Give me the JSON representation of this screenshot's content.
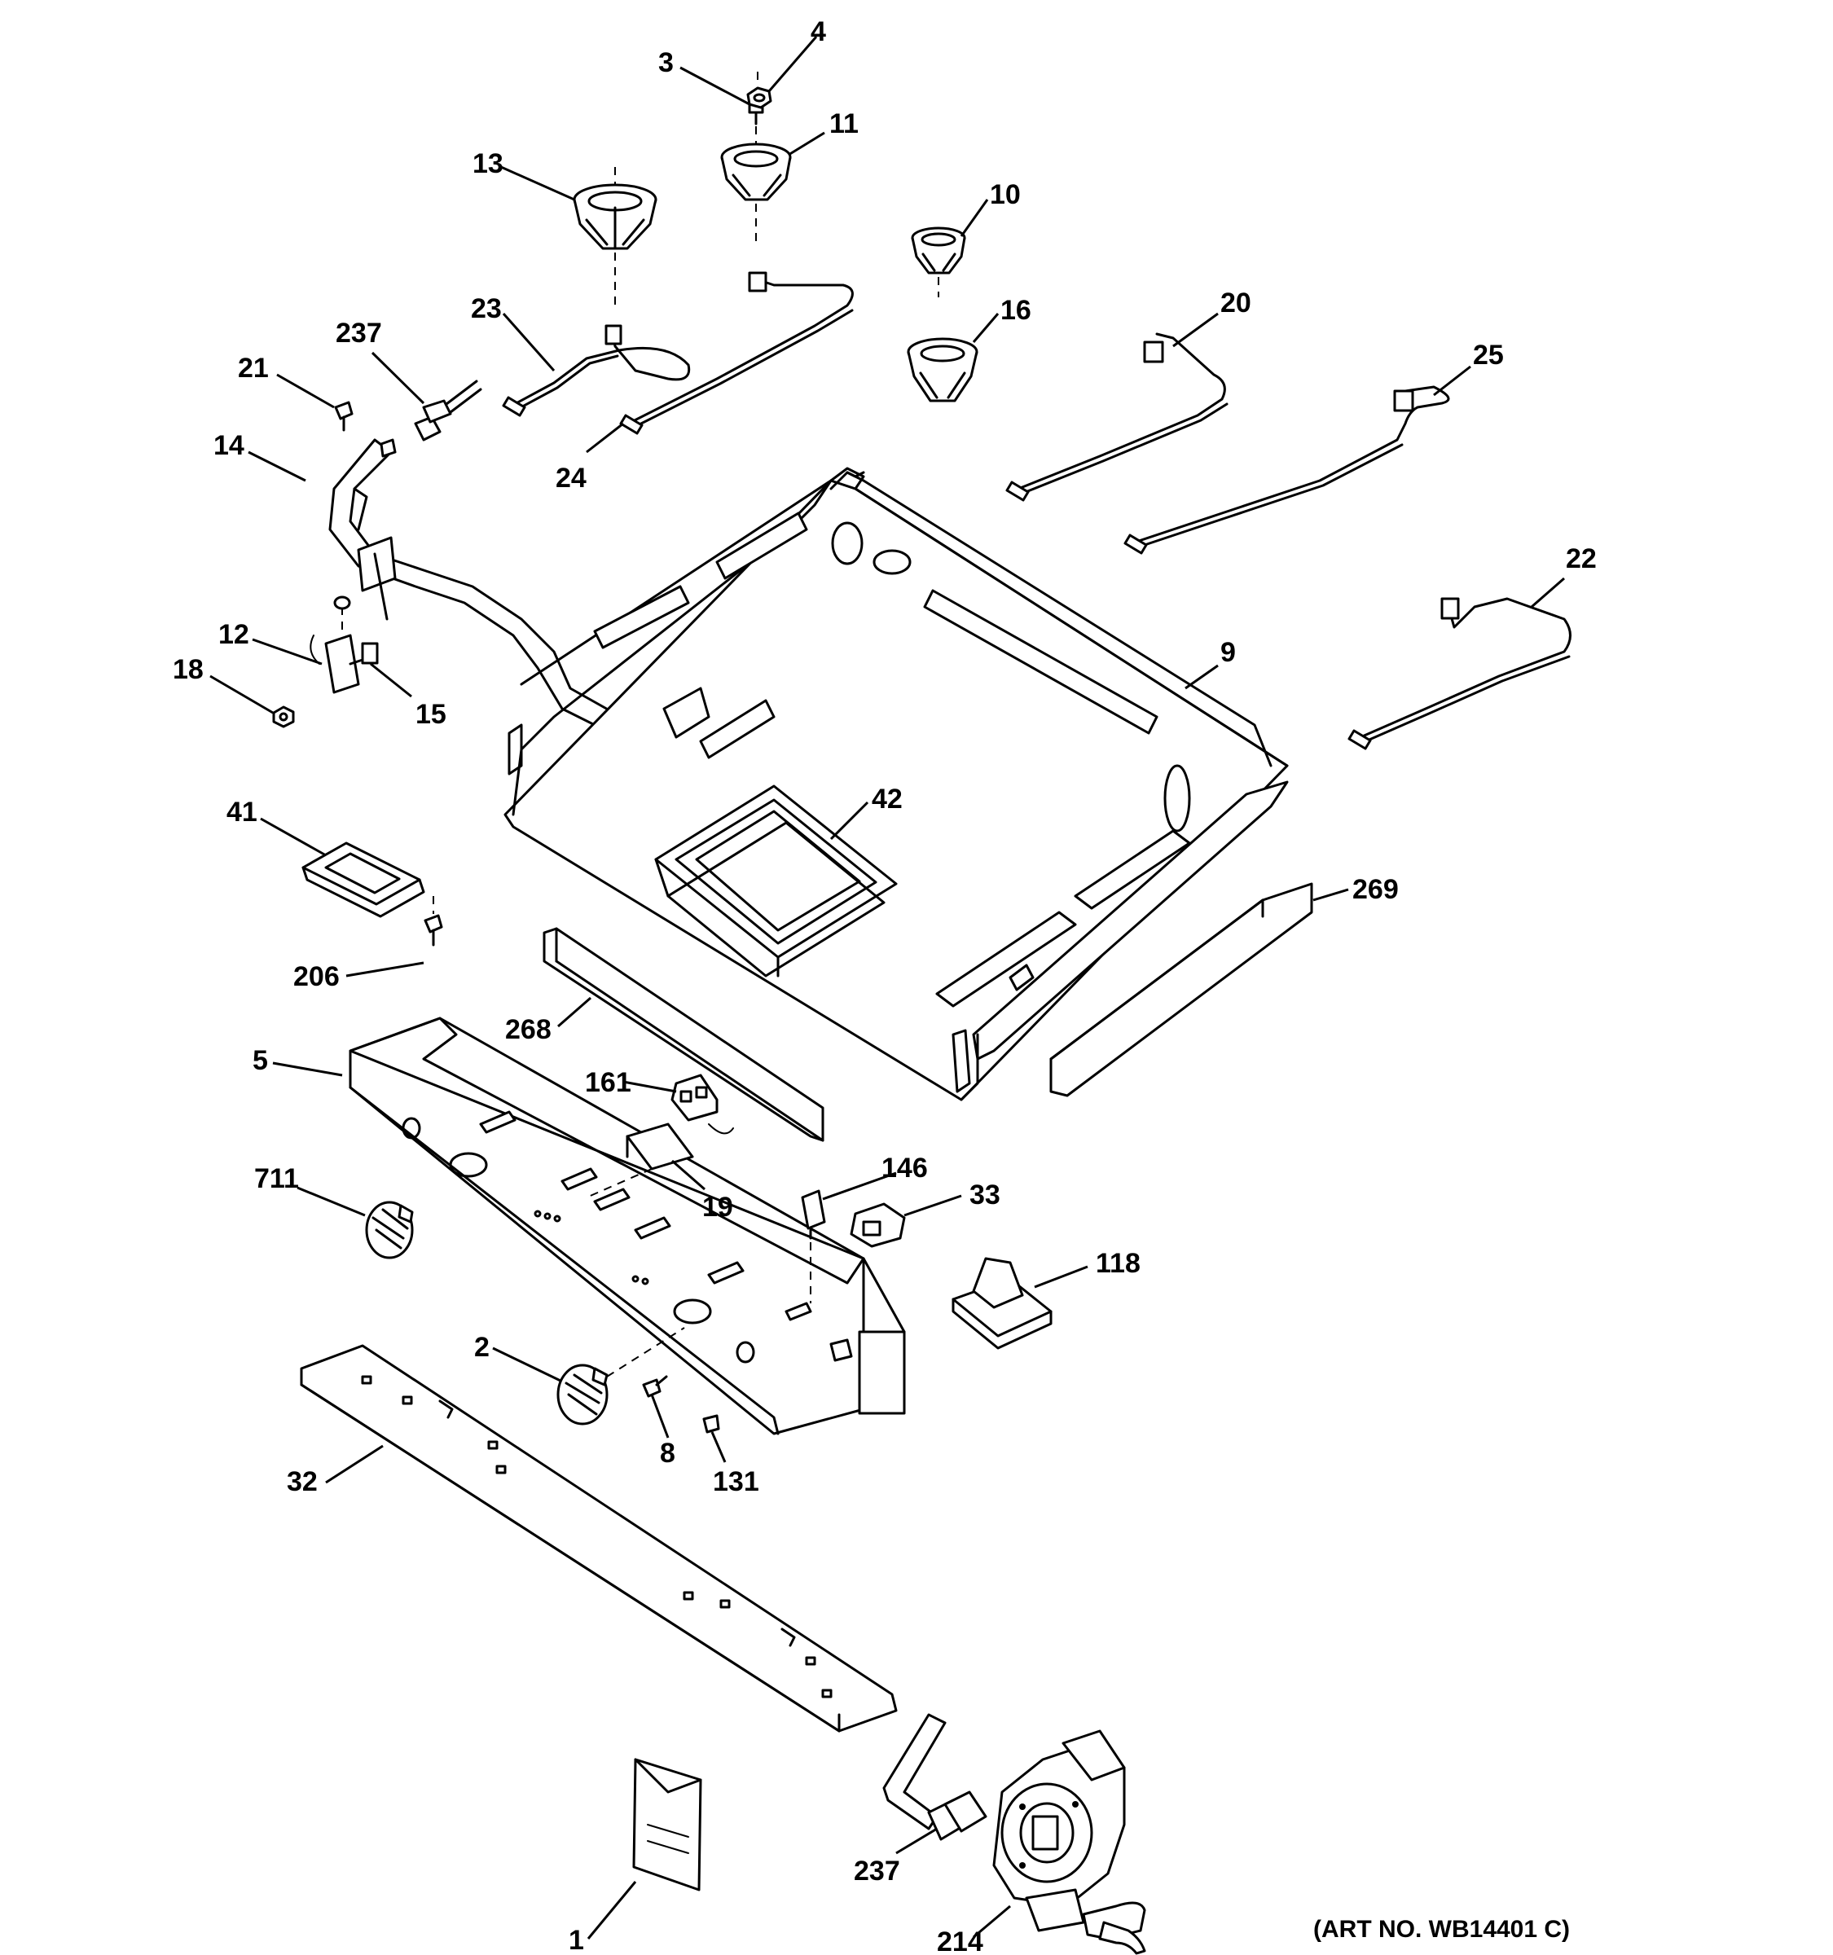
{
  "callouts": [
    {
      "id": "c4",
      "label": "4"
    },
    {
      "id": "c3",
      "label": "3"
    },
    {
      "id": "c11",
      "label": "11"
    },
    {
      "id": "c13",
      "label": "13"
    },
    {
      "id": "c10",
      "label": "10"
    },
    {
      "id": "c16",
      "label": "16"
    },
    {
      "id": "c23",
      "label": "23"
    },
    {
      "id": "c237a",
      "label": "237"
    },
    {
      "id": "c21",
      "label": "21"
    },
    {
      "id": "c20",
      "label": "20"
    },
    {
      "id": "c25",
      "label": "25"
    },
    {
      "id": "c14",
      "label": "14"
    },
    {
      "id": "c24",
      "label": "24"
    },
    {
      "id": "c22",
      "label": "22"
    },
    {
      "id": "c12",
      "label": "12"
    },
    {
      "id": "c18",
      "label": "18"
    },
    {
      "id": "c15",
      "label": "15"
    },
    {
      "id": "c9",
      "label": "9"
    },
    {
      "id": "c41",
      "label": "41"
    },
    {
      "id": "c42",
      "label": "42"
    },
    {
      "id": "c269",
      "label": "269"
    },
    {
      "id": "c206",
      "label": "206"
    },
    {
      "id": "c268",
      "label": "268"
    },
    {
      "id": "c5",
      "label": "5"
    },
    {
      "id": "c161",
      "label": "161"
    },
    {
      "id": "c711",
      "label": "711"
    },
    {
      "id": "c19",
      "label": "19"
    },
    {
      "id": "c146",
      "label": "146"
    },
    {
      "id": "c33",
      "label": "33"
    },
    {
      "id": "c118",
      "label": "118"
    },
    {
      "id": "c2",
      "label": "2"
    },
    {
      "id": "c8",
      "label": "8"
    },
    {
      "id": "c131",
      "label": "131"
    },
    {
      "id": "c32",
      "label": "32"
    },
    {
      "id": "c237b",
      "label": "237"
    },
    {
      "id": "c1",
      "label": "1"
    },
    {
      "id": "c214",
      "label": "214"
    }
  ],
  "art_number": "(ART NO. WB14401 C)"
}
